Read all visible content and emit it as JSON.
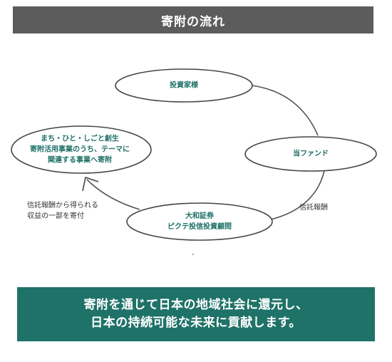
{
  "header": {
    "title": "寄附の流れ"
  },
  "diagram": {
    "nodes": {
      "investor": {
        "label": "投資家様"
      },
      "fund": {
        "label": "当ファンド"
      },
      "daiwa": {
        "line1": "大和証券",
        "line2": "ピクテ投信投資顧問"
      },
      "community": {
        "line1": "まち・ひと・しごと創生",
        "line2": "寄附活用事業のうち、テーマに",
        "line3": "関連する事業へ寄附"
      }
    },
    "notes": {
      "trust_fee": "信託報酬",
      "donation_line1": "信託報酬から得られる",
      "donation_line2": "収益の一部を寄付"
    }
  },
  "footer": {
    "line1": "寄附を通じて日本の地域社会に還元し、",
    "line2": "日本の持続可能な未来に貢献します。"
  },
  "colors": {
    "header_bg": "#5c5c5c",
    "accent": "#1f7268",
    "node_text": "#1d6f66",
    "stroke": "#555555"
  }
}
